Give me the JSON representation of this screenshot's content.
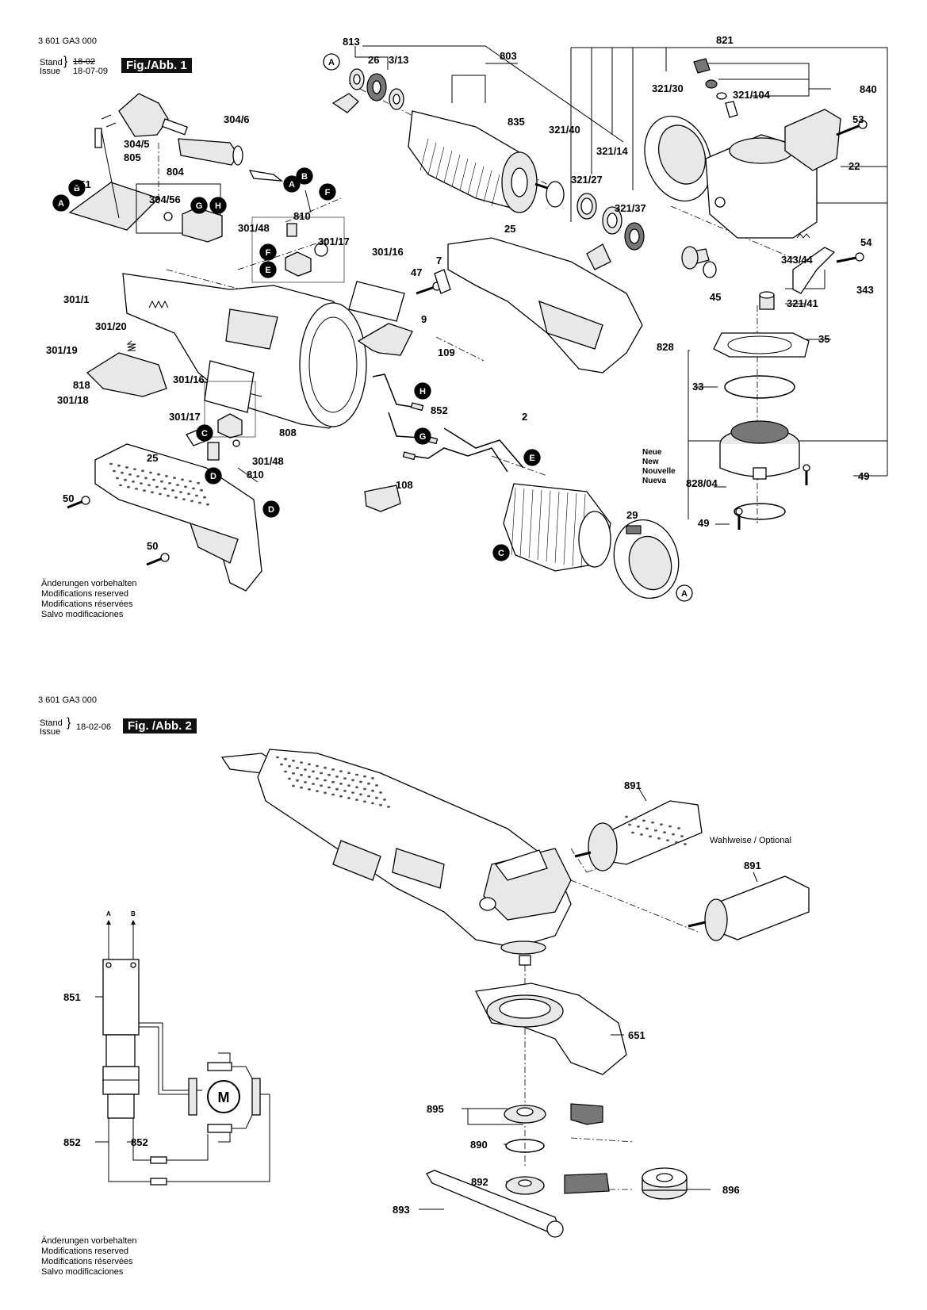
{
  "fig1": {
    "ref": "3 601 GA3 000",
    "stand_label": "Stand",
    "issue_label": "Issue",
    "stand_date_struck": "18-02",
    "issue_date": "18-07-09",
    "fig_label": "Fig./Abb. 1",
    "notes": [
      "Änderungen vorbehalten",
      "Modifications reserved",
      "Modifications réservées",
      "Salvo modificaciones"
    ],
    "parts": [
      "813",
      "26",
      "3/13",
      "803",
      "835",
      "321/40",
      "321/14",
      "321/27",
      "321/37",
      "821",
      "321/30",
      "321/104",
      "840",
      "53",
      "22",
      "25",
      "7",
      "47",
      "54",
      "343/44",
      "343",
      "45",
      "321/41",
      "35",
      "828",
      "33",
      "49",
      "828/04",
      "304/6",
      "304/5",
      "805",
      "804",
      "851",
      "304/56",
      "810",
      "301/48",
      "301/17",
      "301/16",
      "301/1",
      "301/20",
      "301/19",
      "818",
      "301/18",
      "9",
      "109",
      "852",
      "2",
      "108",
      "29",
      "808",
      "50"
    ],
    "callouts": [
      "A",
      "B",
      "F",
      "G",
      "H",
      "E",
      "C",
      "D"
    ],
    "new_labels": [
      "Neue",
      "New",
      "Nouvelle",
      "Nueva"
    ]
  },
  "fig2": {
    "ref": "3 601 GA3 000",
    "stand_label": "Stand",
    "issue_label": "Issue",
    "issue_date": "18-02-06",
    "fig_label": "Fig. /Abb. 2",
    "optional": "Wahlweise / Optional",
    "parts": [
      "891",
      "891",
      "651",
      "895",
      "890",
      "892",
      "896",
      "893",
      "851",
      "852",
      "852"
    ],
    "motor_symbol": "M",
    "terminals": [
      "A",
      "B"
    ],
    "notes": [
      "Änderungen vorbehalten",
      "Modifications reserved",
      "Modifications réservées",
      "Salvo modificaciones"
    ]
  }
}
